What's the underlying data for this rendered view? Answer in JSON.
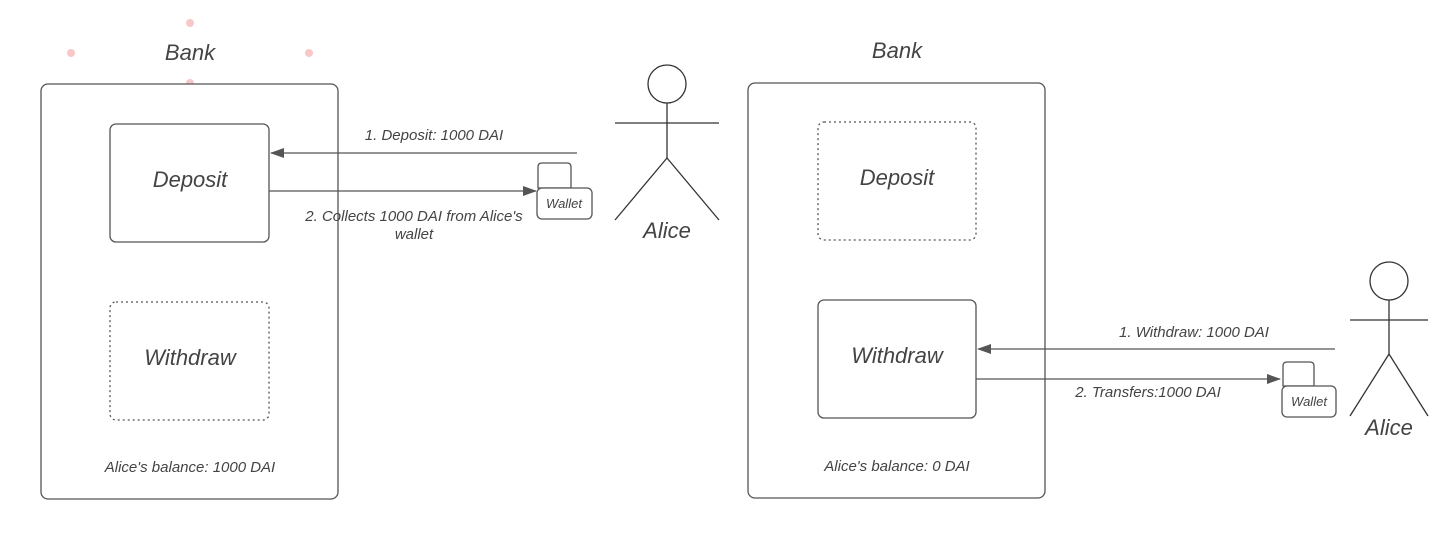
{
  "left_scene": {
    "bank_title": "Bank",
    "deposit_label": "Deposit",
    "withdraw_label": "Withdraw",
    "balance": "Alice's balance: 1000 DAI",
    "arrow1_label": "1. Deposit: 1000 DAI",
    "arrow2_label_line1": "2. Collects 1000 DAI from Alice's",
    "arrow2_label_line2": "wallet",
    "wallet_label": "Wallet",
    "actor_name": "Alice"
  },
  "right_scene": {
    "bank_title": "Bank",
    "deposit_label": "Deposit",
    "withdraw_label": "Withdraw",
    "balance": "Alice's balance: 0 DAI",
    "arrow1_label": "1. Withdraw: 1000 DAI",
    "arrow2_label": "2. Transfers:1000 DAI",
    "wallet_label": "Wallet",
    "actor_name": "Alice"
  },
  "colors": {
    "stroke": "#555555",
    "text": "#444444",
    "selection_handle": "#f8c8c8"
  }
}
